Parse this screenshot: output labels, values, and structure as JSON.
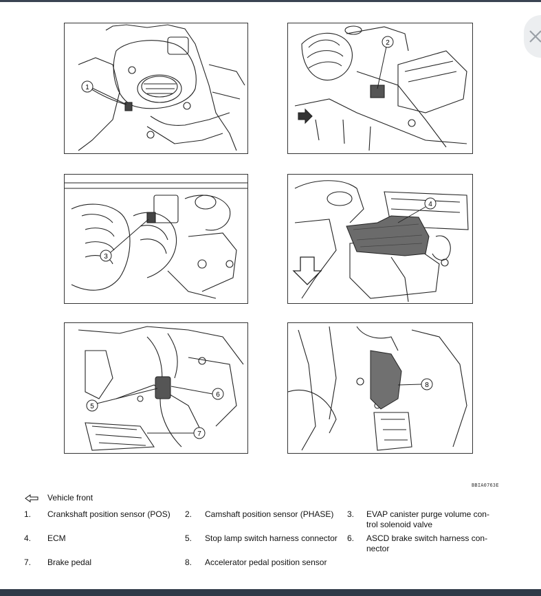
{
  "close_icon": "close-icon",
  "figure_code": "BBIA0763E",
  "legend_front": {
    "icon": "arrow-left-outline-icon",
    "label": "Vehicle front"
  },
  "callouts": [
    "1",
    "2",
    "3",
    "4",
    "5",
    "6",
    "7",
    "8"
  ],
  "items": [
    {
      "num": "1.",
      "label": "Crankshaft position sensor (POS)"
    },
    {
      "num": "2.",
      "label": "Camshaft position sensor (PHASE)"
    },
    {
      "num": "3.",
      "label": "EVAP canister purge volume control solenoid valve"
    },
    {
      "num": "4.",
      "label": "ECM"
    },
    {
      "num": "5.",
      "label": "Stop lamp switch harness connector"
    },
    {
      "num": "6.",
      "label": "ASCD brake switch harness connector"
    },
    {
      "num": "7.",
      "label": "Brake pedal"
    },
    {
      "num": "8.",
      "label": "Accelerator pedal position sensor"
    }
  ],
  "item3_lines": [
    "EVAP canister purge volume con-",
    "trol solenoid valve"
  ],
  "item6_lines": [
    "ASCD brake switch harness con-",
    "nector"
  ]
}
